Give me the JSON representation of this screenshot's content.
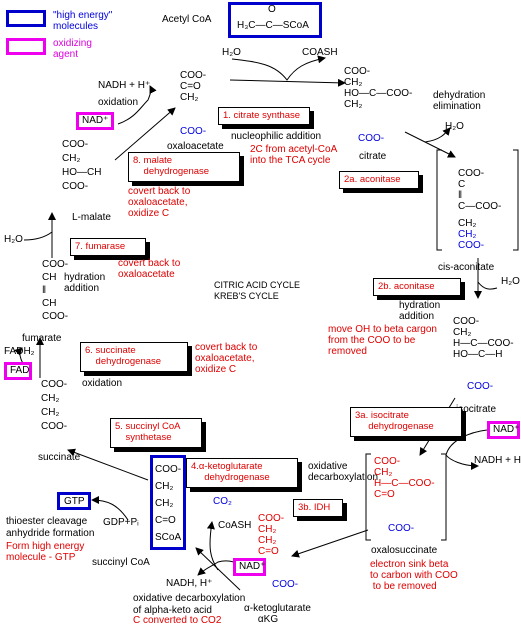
{
  "legend": {
    "high_energy": "\"high energy\"\nmolecules",
    "oxidizing": "oxidizing\nagent"
  },
  "center": {
    "line1": "CITRIC ACID CYCLE",
    "line2": "KREB'S CYCLE"
  },
  "acetyl": {
    "label": "Acetyl CoA",
    "formula_o": "O",
    "formula": "H₃C—C—SCoA",
    "h2o": "H₂O",
    "coash": "COASH"
  },
  "step1": {
    "box": "1. citrate synthase",
    "note1": "nucleophilic addition",
    "note2": "2C from acetyl-CoA\ninto the TCA cycle"
  },
  "citrate": {
    "mol_top": "COO-\nCH₂\nHO—C—COO-\nCH₂",
    "mol_bottom": "COO-",
    "name": "citrate"
  },
  "dehyd": {
    "label": "dehydration\nelimination",
    "h2o": "H₂O"
  },
  "step2a": {
    "box": "2a. aconitase"
  },
  "cisaconitate": {
    "mol_top": "COO-\nC\n‖\nC—COO-",
    "ch2": "CH₂",
    "mol_bottom": "CH₂\nCOO-",
    "name": "cis-aconitate"
  },
  "step2b": {
    "h2o": "H₂O",
    "box": "2b. aconitase",
    "label": "hydration\naddition",
    "note": "move OH to beta cargon\nfrom the COO to be\nremoved"
  },
  "isocitrate": {
    "mol": "COO-\nCH₂\nH—C—COO-\nHO—C—H",
    "mol_bottom": "COO-",
    "name": "isocitrate"
  },
  "step3a": {
    "box": "3a. isocitrate\n     dehydrogenase",
    "nad": "NAD⁺",
    "nadh": "NADH + H⁺",
    "label": "oxidative\ndecarboxylation"
  },
  "oxalosuccinate": {
    "mol_top": "COO-\nCH₂\nH—C—COO-\nC=O",
    "mol_bottom": "COO-",
    "name": "oxalosuccinate",
    "note": "electron sink beta\nto carbon with COO\n to be removed"
  },
  "step3b": {
    "box": "3b. IDH"
  },
  "akg": {
    "mol_top": "COO-\nCH₂\nCH₂\nC=O",
    "mol_bottom": "COO-",
    "name": "α-ketoglutarate\n     αKG",
    "nad": "NAD⁺",
    "nadh": "NADH, H⁺",
    "coash": "CoASH",
    "co2": "CO₂"
  },
  "step4": {
    "box": "4.α-ketoglutarate\n     dehydrogenase",
    "label1": "oxidative decarboxylation",
    "label2": "of alpha-keto acid",
    "note": "C converted to CO2"
  },
  "succinylcoa": {
    "mol": "COO-\nCH₂\nCH₂\nC=O\nSCoA",
    "name": "succinyl CoA"
  },
  "step5": {
    "box": "5. succinyl CoA\n    synthetase",
    "gtp": "GTP",
    "gdp": "GDP+Pᵢ",
    "label1": "thioester cleavage",
    "label2": "anhydride formation",
    "note": "Form high energy\nmolecule - GTP"
  },
  "succinate": {
    "mol": "COO-\nCH₂\nCH₂\nCOO-",
    "name": "succinate"
  },
  "step6": {
    "box": "6. succinate\n    dehydrogenase",
    "fad": "FAD",
    "fadh2": "FADH₂",
    "label": "oxidation",
    "note": "covert back to\noxaloacetate,\noxidize C"
  },
  "fumarate": {
    "mol": "COO-\nCH\n‖\nCH\nCOO-",
    "name": "fumarate"
  },
  "step7": {
    "box": "7. fumarase",
    "h2o": "H₂O",
    "label": "hydration\naddition",
    "note": "covert back to\noxaloacetate"
  },
  "malate": {
    "mol": "COO-\nCH₂\nHO—CH\nCOO-",
    "name": "L-malate"
  },
  "step8": {
    "box": "8. malate\n    dehydrogenase",
    "nad": "NAD⁺",
    "nadh": "NADH + H⁺",
    "label": "oxidation",
    "note": "covert back to\noxaloacetate,\noxidize C"
  },
  "oxaloacetate": {
    "mol_top": "COO-\nC=O\nCH₂",
    "mol_bottom": "COO-",
    "name": "oxaloacetate"
  }
}
